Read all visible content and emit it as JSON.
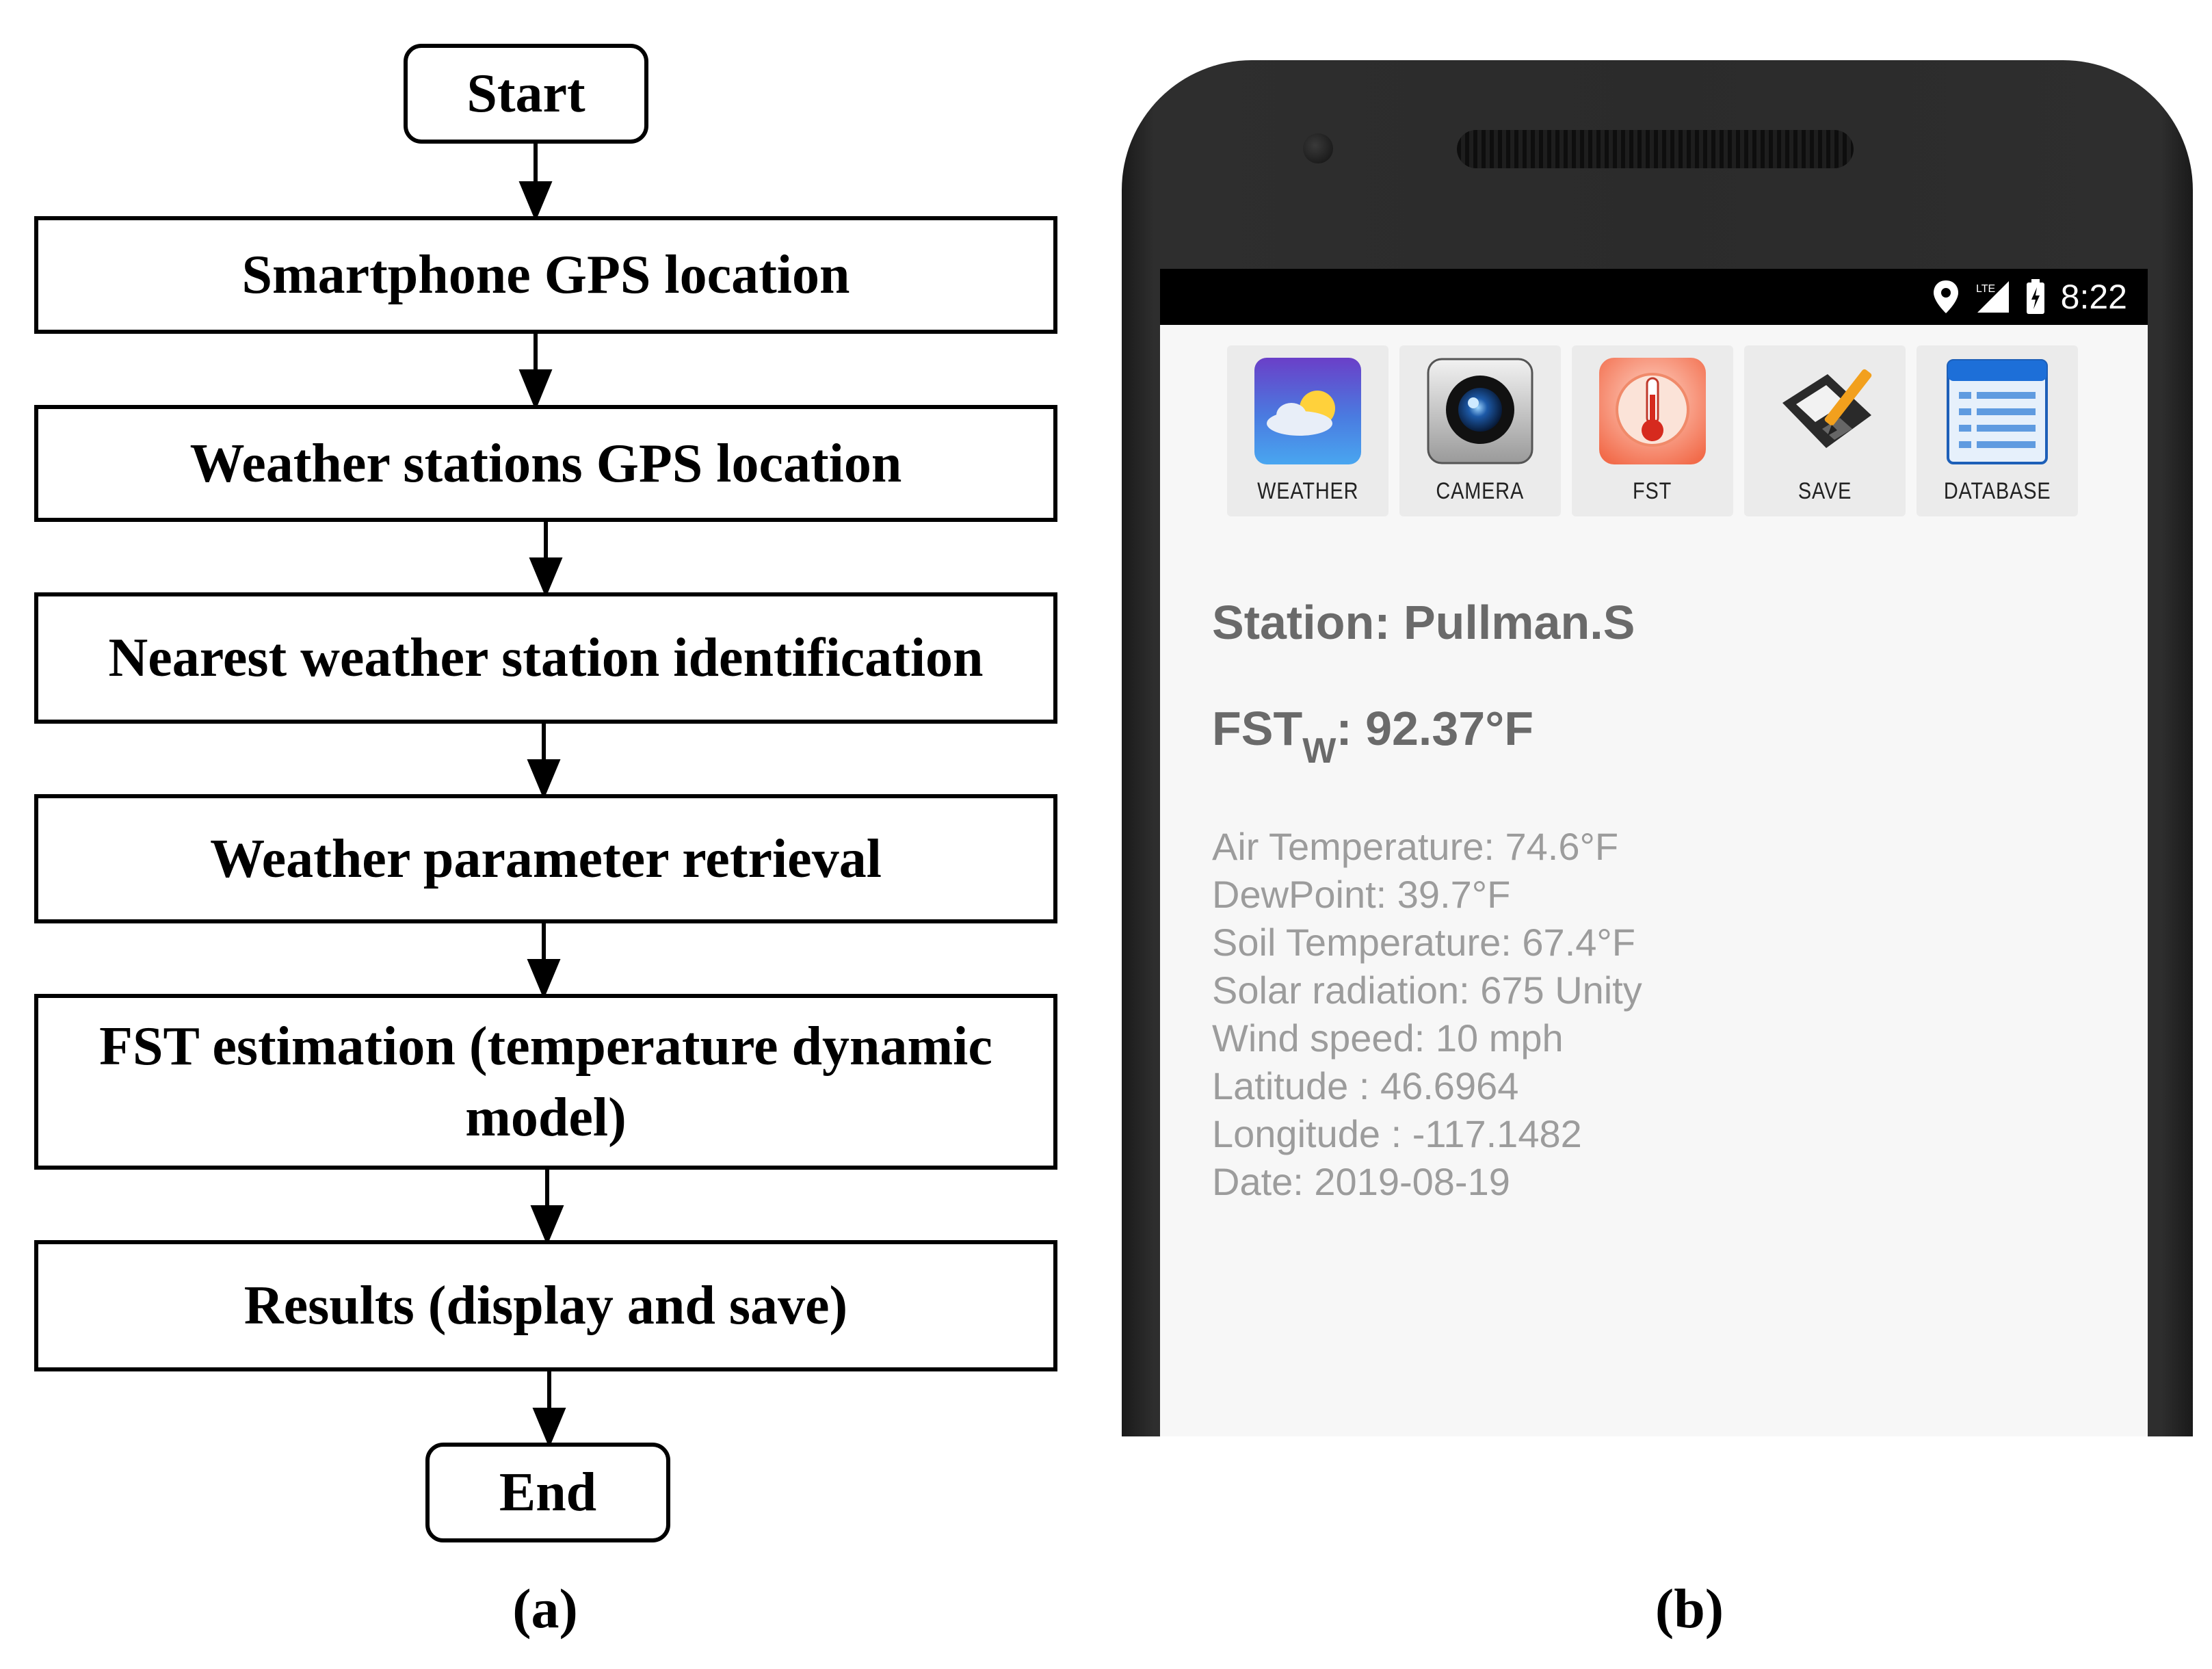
{
  "flowchart": {
    "start": "Start",
    "steps": [
      "Smartphone GPS location",
      "Weather stations GPS location",
      "Nearest weather station identification",
      "Weather parameter retrieval",
      "FST estimation (temperature dynamic model)",
      "Results (display and save)"
    ],
    "end": "End",
    "panel_label": "(a)"
  },
  "phone": {
    "panel_label": "(b)",
    "status_bar": {
      "time": "8:22",
      "icons": [
        "location-icon",
        "signal-icon",
        "battery-icon"
      ]
    },
    "toolbar": [
      {
        "label": "WEATHER",
        "icon": "weather-icon"
      },
      {
        "label": "CAMERA",
        "icon": "camera-icon"
      },
      {
        "label": "FST",
        "icon": "thermometer-icon"
      },
      {
        "label": "SAVE",
        "icon": "save-icon"
      },
      {
        "label": "DATABASE",
        "icon": "database-icon"
      }
    ],
    "station": "Station: Pullman.S",
    "fst": {
      "prefix": "FST",
      "subscript": "W",
      "suffix": ": 92.37°F"
    },
    "details": [
      "Air Temperature: 74.6°F",
      "DewPoint: 39.7°F",
      "Soil Temperature: 67.4°F",
      "Solar radiation: 675 Unity",
      "Wind speed: 10 mph",
      "Latitude :  46.6964",
      "Longitude :  -117.1482",
      "Date: 2019-08-19"
    ],
    "colors": {
      "frame": "#2b2b2b",
      "screen": "#f7f7f7",
      "status_bar": "#000000",
      "primary_text": "#6a6a6a",
      "secondary_text": "#9c9c9c"
    }
  }
}
